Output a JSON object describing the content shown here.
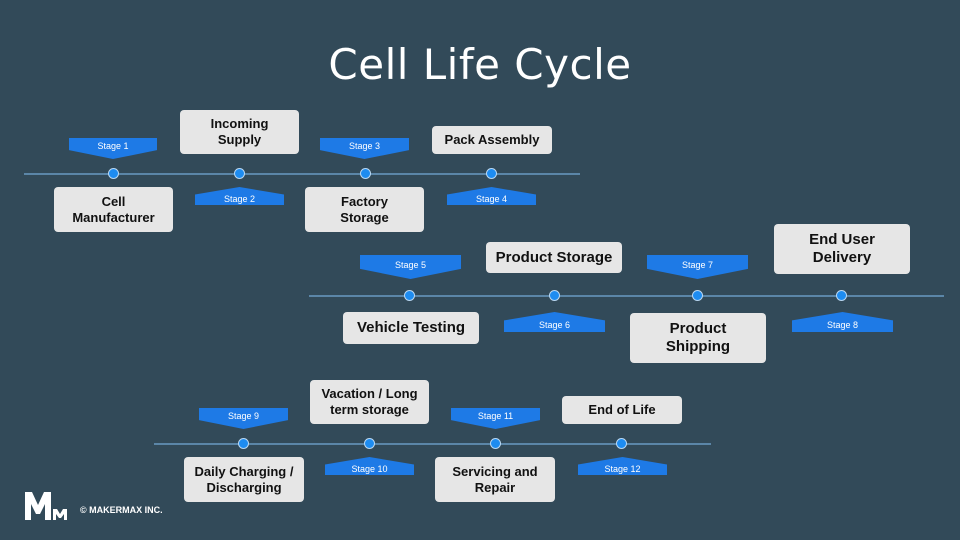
{
  "title": "Cell Life Cycle",
  "stages": [
    {
      "label": "Stage 1",
      "box": "Cell\nManufacturer"
    },
    {
      "label": "Stage 2",
      "box": "Incoming\nSupply"
    },
    {
      "label": "Stage 3",
      "box": "Factory\nStorage"
    },
    {
      "label": "Stage 4",
      "box": "Pack Assembly"
    },
    {
      "label": "Stage 5",
      "box": "Vehicle Testing"
    },
    {
      "label": "Stage 6",
      "box": "Product Storage"
    },
    {
      "label": "Stage 7",
      "box": "Product\nShipping"
    },
    {
      "label": "Stage 8",
      "box": "End User\nDelivery"
    },
    {
      "label": "Stage 9",
      "box": "Daily Charging /\nDischarging"
    },
    {
      "label": "Stage 10",
      "box": "Vacation / Long\nterm storage"
    },
    {
      "label": "Stage 11",
      "box": "Servicing and\nRepair"
    },
    {
      "label": "Stage 12",
      "box": "End of Life"
    }
  ],
  "footer": {
    "copyright": "© MAKERMAX INC."
  },
  "colors": {
    "background": "#324a59",
    "flag": "#1e7ae6",
    "dot": "#1e8cf0",
    "box": "#e6e6e6",
    "line": "#5b86a8"
  }
}
